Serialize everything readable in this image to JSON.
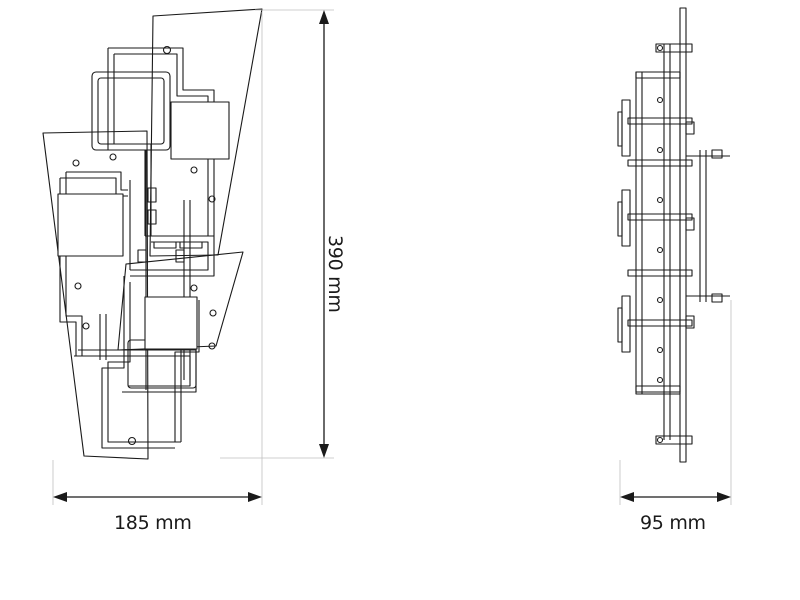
{
  "dimensions": {
    "width_label": "185 mm",
    "height_label": "390 mm",
    "depth_label": "95 mm"
  },
  "colors": {
    "line": "#1a1a1a",
    "dim_line": "#bfbfbf",
    "background": "#ffffff"
  }
}
